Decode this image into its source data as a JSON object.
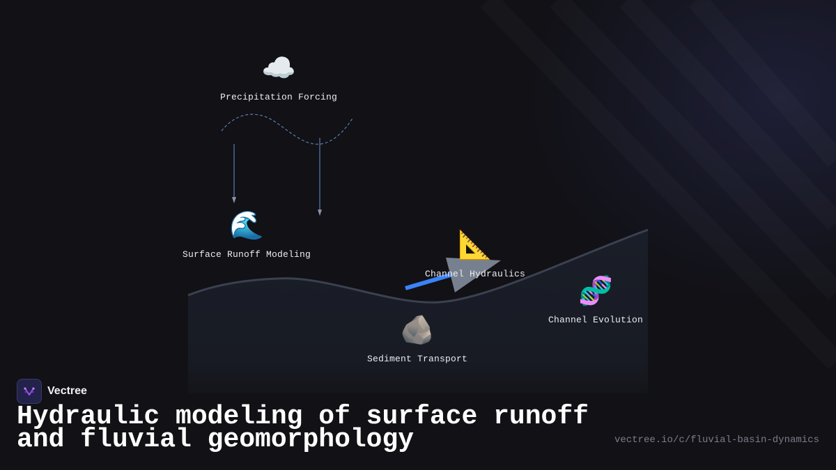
{
  "nodes": {
    "precipitation": {
      "icon": "☁️",
      "label": "Precipitation Forcing"
    },
    "runoff": {
      "icon": "🌊",
      "label": "Surface Runoff Modeling"
    },
    "hydraulics": {
      "icon": "📐",
      "label": "Channel Hydraulics"
    },
    "evolution": {
      "icon": "🧬",
      "label": "Channel Evolution"
    },
    "sediment": {
      "icon": "🪨",
      "label": "Sediment Transport"
    }
  },
  "brand": {
    "name": "Vectree",
    "logo_icon": "vectree-logo-icon"
  },
  "title": "Hydraulic modeling of surface runoff and fluvial geomorphology",
  "url": "vectree.io/c/fluvial-basin-dynamics",
  "colors": {
    "background": "#111116",
    "terrain": "#181b24",
    "terrain_line": "#3a4150",
    "rain_line": "#5b7fb5",
    "flow_arrow": "#3b82f6",
    "arrow_head": "#8a94a3",
    "brand_accent": "#a855f7"
  }
}
